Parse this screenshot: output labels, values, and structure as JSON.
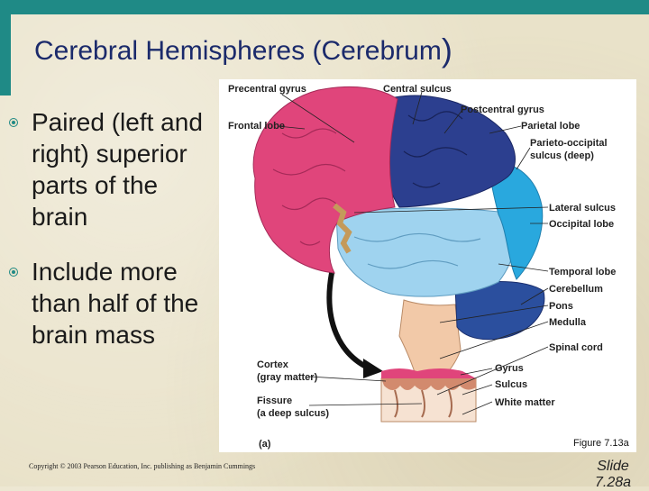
{
  "title": "Cerebral Hemispheres (Cerebrum",
  "title_paren": ")",
  "bullets": [
    "Paired (left and right) superior parts of the brain",
    "Include more than half of the brain mass"
  ],
  "figure": {
    "labels": {
      "precentral_gyrus": "Precentral gyrus",
      "central_sulcus": "Central sulcus",
      "postcentral_gyrus": "Postcentral gyrus",
      "frontal_lobe": "Frontal lobe",
      "parietal_lobe": "Parietal lobe",
      "parieto_occipital_1": "Parieto-occipital",
      "parieto_occipital_2": "sulcus (deep)",
      "lateral_sulcus": "Lateral sulcus",
      "occipital_lobe": "Occipital lobe",
      "temporal_lobe": "Temporal lobe",
      "cerebellum": "Cerebellum",
      "pons": "Pons",
      "medulla": "Medulla",
      "spinal_cord": "Spinal cord",
      "cortex_1": "Cortex",
      "cortex_2": "(gray matter)",
      "fissure_1": "Fissure",
      "fissure_2": "(a deep sulcus)",
      "gyrus": "Gyrus",
      "sulcus": "Sulcus",
      "white_matter": "White matter",
      "panel": "(a)"
    },
    "caption": "Figure 7.13a"
  },
  "copyright": "Copyright © 2003 Pearson Education, Inc. publishing as Benjamin Cummings",
  "slide_label_1": "Slide",
  "slide_label_2": "7.28a",
  "colors": {
    "accent": "#1f8a86",
    "title": "#1b2a6b",
    "frontal": "#e0457b",
    "parietal": "#2c3f8f",
    "occipital": "#29a8de",
    "temporal": "#9fd3ef",
    "brainstem": "#f2c9a8"
  }
}
